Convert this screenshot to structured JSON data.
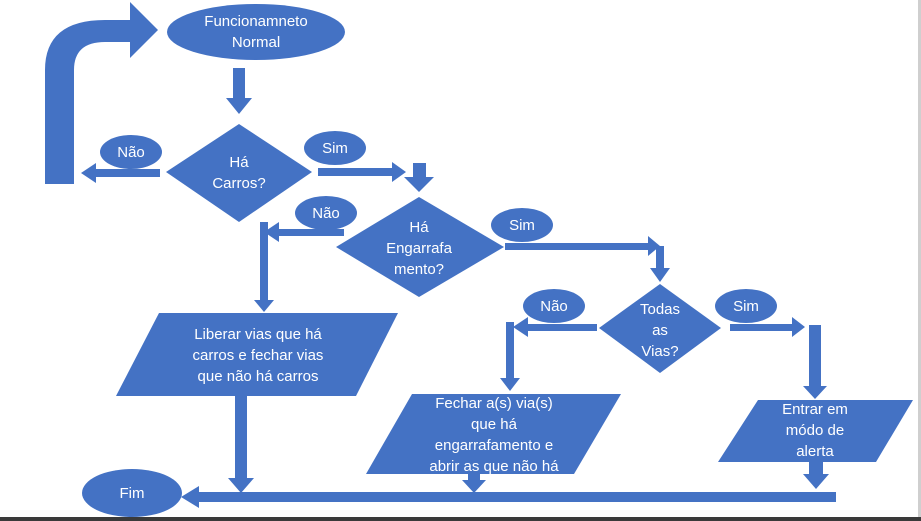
{
  "colors": {
    "shape_fill": "#4472C4",
    "text": "#FFFFFF",
    "background": "#FFFFFF"
  },
  "nodes": {
    "start": "Funcionamneto\nNormal",
    "decision_cars": "Há\nCarros?",
    "decision_jam": "Há\nEngarrafa\nmento?",
    "decision_all_roads": "Todas\nas\nVias?",
    "process_liberar": "Liberar vias que há\ncarros e fechar vias\nque não há carros",
    "process_fechar": "Fechar a(s) via(s)\nque há\nengarrafamento e\nabrir as que não há",
    "process_alerta": "Entrar em\nmódo de\nalerta",
    "end": "Fim"
  },
  "branch_labels": {
    "cars_no": "Não",
    "cars_yes": "Sim",
    "jam_no": "Não",
    "jam_yes": "Sim",
    "all_roads_no": "Não",
    "all_roads_yes": "Sim"
  }
}
